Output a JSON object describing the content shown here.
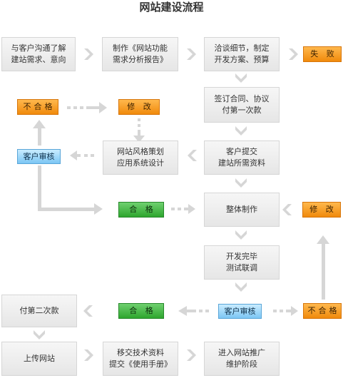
{
  "title": "网站建设流程",
  "nodes": {
    "consult": "与客户沟通了解\n建站需求、意向",
    "analysis": "制作《网站功能\n需求分析报告》",
    "negotiate": "洽谈细节，制定\n开发方案、预算",
    "fail": "失 败",
    "contract": "签订合同、协议\n付第一次款",
    "unqualified_top": "不合格",
    "revise_top": "修 改",
    "client_review_left": "客户审核",
    "style_plan": "网站风格策划\n应用系统设计",
    "materials": "客户提交\n建站所需资料",
    "pass_mid": "合 格",
    "production": "整体制作",
    "revise_right": "修 改",
    "dev_complete": "开发完毕\n测试联调",
    "second_payment": "付第二次款",
    "pass_bottom": "合 格",
    "client_review_bottom": "客户审核",
    "unqualified_bottom": "不合格",
    "upload": "上传网站",
    "handover": "移交技术资料\n提交《使用手册》",
    "promotion": "进入网站推广\n维护阶段"
  },
  "colors": {
    "arrow": "#d6d6d6",
    "orange": "#f5a02a",
    "green": "#3cb43c",
    "blue": "#8fd0f7"
  }
}
